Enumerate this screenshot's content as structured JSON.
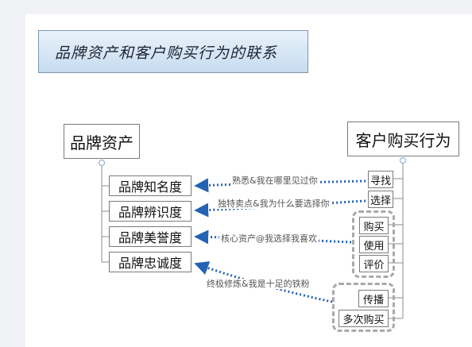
{
  "title": "品牌资产和客户购买行为的联系",
  "brand_assets": {
    "label": "品牌资产",
    "items": [
      "品牌知名度",
      "品牌辨识度",
      "品牌美誉度",
      "品牌忠诚度"
    ]
  },
  "purchase_behavior": {
    "label": "客户购买行为",
    "items": [
      "寻找",
      "选择",
      "购买",
      "使用",
      "评价",
      "传播",
      "多次购买"
    ]
  },
  "relations": [
    {
      "text": "熟悉&我在哪里见过你",
      "from": "寻找",
      "to": "品牌知名度"
    },
    {
      "text": "独特卖点&我为什么要选择你",
      "from": "选择",
      "to": "品牌辨识度"
    },
    {
      "text": "核心资产@我选择我喜欢",
      "from": "购买 / 使用 / 评价",
      "to": "品牌美誉度"
    },
    {
      "text": "终极修炼&我是十足的铁粉",
      "from": "传播 / 多次购买",
      "to": "品牌忠诚度"
    }
  ],
  "colors": {
    "arrow": "#2463b3",
    "connector": "#8c8c8c",
    "title_fill_top": "#e9f2fb",
    "title_fill_bottom": "#c6dcf1",
    "group_border": "#a9a9a9"
  }
}
